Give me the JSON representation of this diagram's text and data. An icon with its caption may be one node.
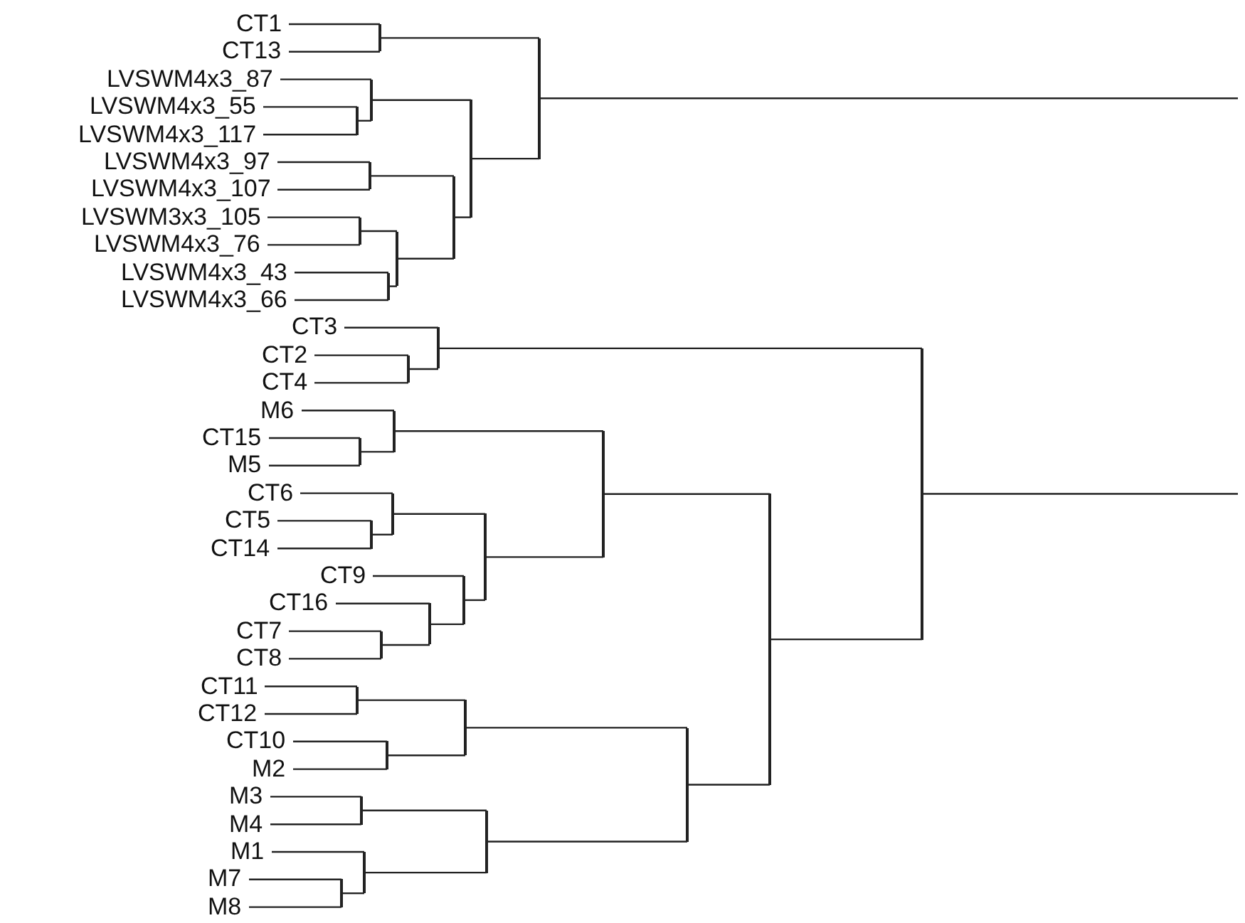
{
  "diagram": {
    "nodes": [
      {
        "text": [
          "CT1"
        ]
      },
      {
        "text": [
          "CT13"
        ]
      },
      {
        "text": [
          "LVSWM4x3_87"
        ]
      },
      {
        "text": [
          "LVSWM4x3_55"
        ]
      },
      {
        "text": [
          "LVSWM4x3_117"
        ]
      },
      {
        "text": [
          "LVSWM4x3_97"
        ]
      },
      {
        "text": [
          "LVSWM4x3_107"
        ]
      },
      {
        "text": [
          "LVSWM3x3_105"
        ]
      },
      {
        "text": [
          "LVSWM4x3_76"
        ]
      },
      {
        "text": [
          "LVSWM4x3_43"
        ]
      },
      {
        "text": [
          "LVSWM4x3_66"
        ]
      },
      {
        "text": [
          "CT3"
        ]
      },
      {
        "text": [
          "CT2"
        ]
      },
      {
        "text": [
          "CT4"
        ]
      },
      {
        "text": [
          "M6"
        ]
      },
      {
        "text": [
          "CT15"
        ]
      },
      {
        "text": [
          "M5"
        ]
      },
      {
        "text": [
          "CT6"
        ]
      },
      {
        "text": [
          "CT5"
        ]
      },
      {
        "text": [
          "CT14"
        ]
      },
      {
        "text": [
          "CT9"
        ]
      },
      {
        "text": [
          "CT16"
        ]
      },
      {
        "text": [
          "CT7"
        ]
      },
      {
        "text": [
          "CT8"
        ]
      },
      {
        "text": [
          "CT11"
        ]
      },
      {
        "text": [
          "CT12"
        ]
      },
      {
        "text": [
          "CT10"
        ]
      },
      {
        "text": [
          "M2"
        ]
      },
      {
        "text": [
          "M3"
        ]
      },
      {
        "text": [
          "M4"
        ]
      },
      {
        "text": [
          "M1"
        ]
      },
      {
        "text": [
          "M7"
        ]
      },
      {
        "text": [
          "M8"
        ]
      },
      {
        "text": [],
        "shape": "bar"
      },
      {
        "text": [],
        "shape": "bar"
      },
      {
        "text": [],
        "shape": "bar"
      },
      {
        "text": [],
        "shape": "bar"
      },
      {
        "text": [],
        "shape": "bar"
      },
      {
        "text": [],
        "shape": "bar"
      },
      {
        "text": [],
        "shape": "bar"
      },
      {
        "text": [],
        "shape": "bar"
      },
      {
        "text": [],
        "shape": "bar"
      },
      {
        "text": [],
        "shape": "bar"
      },
      {
        "text": [],
        "shape": "bar"
      },
      {
        "text": [],
        "shape": "bar"
      },
      {
        "text": [],
        "shape": "bar"
      },
      {
        "text": [],
        "shape": "bar"
      },
      {
        "text": [],
        "shape": "bar"
      },
      {
        "text": [],
        "shape": "bar"
      },
      {
        "text": [],
        "shape": "bar"
      },
      {
        "text": [],
        "shape": "bar"
      },
      {
        "text": [],
        "shape": "bar"
      },
      {
        "text": [],
        "shape": "bar"
      },
      {
        "text": [],
        "shape": "bar"
      },
      {
        "text": [],
        "shape": "bar"
      },
      {
        "text": [],
        "shape": "bar"
      },
      {
        "text": [],
        "shape": "bar"
      },
      {
        "text": [],
        "shape": "bar"
      },
      {
        "text": [],
        "shape": "bar"
      },
      {
        "text": [],
        "shape": "bar"
      },
      {
        "text": [],
        "shape": "bar"
      },
      {
        "text": [],
        "shape": "bar"
      },
      {
        "text": [],
        "shape": "bar"
      },
      {
        "text": [],
        "shape": "bar"
      }
    ],
    "edges": [
      {
        "from": 33,
        "to": 0,
        "arrow": "none"
      },
      {
        "from": 33,
        "to": 1,
        "arrow": "none"
      },
      {
        "from": 34,
        "to": 3,
        "arrow": "none"
      },
      {
        "from": 34,
        "to": 4,
        "arrow": "none"
      },
      {
        "from": 35,
        "to": 2,
        "arrow": "none"
      },
      {
        "from": 35,
        "to": 34,
        "arrow": "none"
      },
      {
        "from": 36,
        "to": 5,
        "arrow": "none"
      },
      {
        "from": 36,
        "to": 6,
        "arrow": "none"
      },
      {
        "from": 37,
        "to": 7,
        "arrow": "none"
      },
      {
        "from": 37,
        "to": 8,
        "arrow": "none"
      },
      {
        "from": 38,
        "to": 9,
        "arrow": "none"
      },
      {
        "from": 38,
        "to": 10,
        "arrow": "none"
      },
      {
        "from": 39,
        "to": 37,
        "arrow": "none"
      },
      {
        "from": 39,
        "to": 38,
        "arrow": "none"
      },
      {
        "from": 40,
        "to": 36,
        "arrow": "none"
      },
      {
        "from": 40,
        "to": 39,
        "arrow": "none"
      },
      {
        "from": 41,
        "to": 35,
        "arrow": "none"
      },
      {
        "from": 41,
        "to": 40,
        "arrow": "none"
      },
      {
        "from": 42,
        "to": 33,
        "arrow": "none"
      },
      {
        "from": 42,
        "to": 41,
        "arrow": "none"
      },
      {
        "from": 42,
        "to": null,
        "arrow": "none"
      },
      {
        "from": 43,
        "to": 12,
        "arrow": "none"
      },
      {
        "from": 43,
        "to": 13,
        "arrow": "none"
      },
      {
        "from": 44,
        "to": 11,
        "arrow": "none"
      },
      {
        "from": 44,
        "to": 43,
        "arrow": "none"
      },
      {
        "from": 45,
        "to": 15,
        "arrow": "none"
      },
      {
        "from": 45,
        "to": 16,
        "arrow": "none"
      },
      {
        "from": 46,
        "to": 14,
        "arrow": "none"
      },
      {
        "from": 46,
        "to": 45,
        "arrow": "none"
      },
      {
        "from": 47,
        "to": 18,
        "arrow": "none"
      },
      {
        "from": 47,
        "to": 19,
        "arrow": "none"
      },
      {
        "from": 48,
        "to": 17,
        "arrow": "none"
      },
      {
        "from": 48,
        "to": 47,
        "arrow": "none"
      },
      {
        "from": 49,
        "to": 22,
        "arrow": "none"
      },
      {
        "from": 49,
        "to": 23,
        "arrow": "none"
      },
      {
        "from": 50,
        "to": 21,
        "arrow": "none"
      },
      {
        "from": 50,
        "to": 49,
        "arrow": "none"
      },
      {
        "from": 51,
        "to": 20,
        "arrow": "none"
      },
      {
        "from": 51,
        "to": 50,
        "arrow": "none"
      },
      {
        "from": 52,
        "to": 48,
        "arrow": "none"
      },
      {
        "from": 52,
        "to": 51,
        "arrow": "none"
      },
      {
        "from": 53,
        "to": 46,
        "arrow": "none"
      },
      {
        "from": 53,
        "to": 52,
        "arrow": "none"
      },
      {
        "from": 54,
        "to": 24,
        "arrow": "none"
      },
      {
        "from": 54,
        "to": 25,
        "arrow": "none"
      },
      {
        "from": 55,
        "to": 26,
        "arrow": "none"
      },
      {
        "from": 55,
        "to": 27,
        "arrow": "none"
      },
      {
        "from": 56,
        "to": 54,
        "arrow": "none"
      },
      {
        "from": 56,
        "to": 55,
        "arrow": "none"
      },
      {
        "from": 57,
        "to": 28,
        "arrow": "none"
      },
      {
        "from": 57,
        "to": 29,
        "arrow": "none"
      },
      {
        "from": 58,
        "to": 31,
        "arrow": "none"
      },
      {
        "from": 58,
        "to": 32,
        "arrow": "none"
      },
      {
        "from": 59,
        "to": 30,
        "arrow": "none"
      },
      {
        "from": 59,
        "to": 58,
        "arrow": "none"
      },
      {
        "from": 60,
        "to": 57,
        "arrow": "none"
      },
      {
        "from": 60,
        "to": 59,
        "arrow": "none"
      },
      {
        "from": 61,
        "to": 56,
        "arrow": "none"
      },
      {
        "from": 61,
        "to": 60,
        "arrow": "none"
      },
      {
        "from": 62,
        "to": 53,
        "arrow": "none"
      },
      {
        "from": 62,
        "to": 61,
        "arrow": "none"
      },
      {
        "from": 63,
        "to": 44,
        "arrow": "none"
      },
      {
        "from": 63,
        "to": 62,
        "arrow": "none"
      },
      {
        "from": 63,
        "to": null,
        "arrow": "none"
      }
    ]
  }
}
